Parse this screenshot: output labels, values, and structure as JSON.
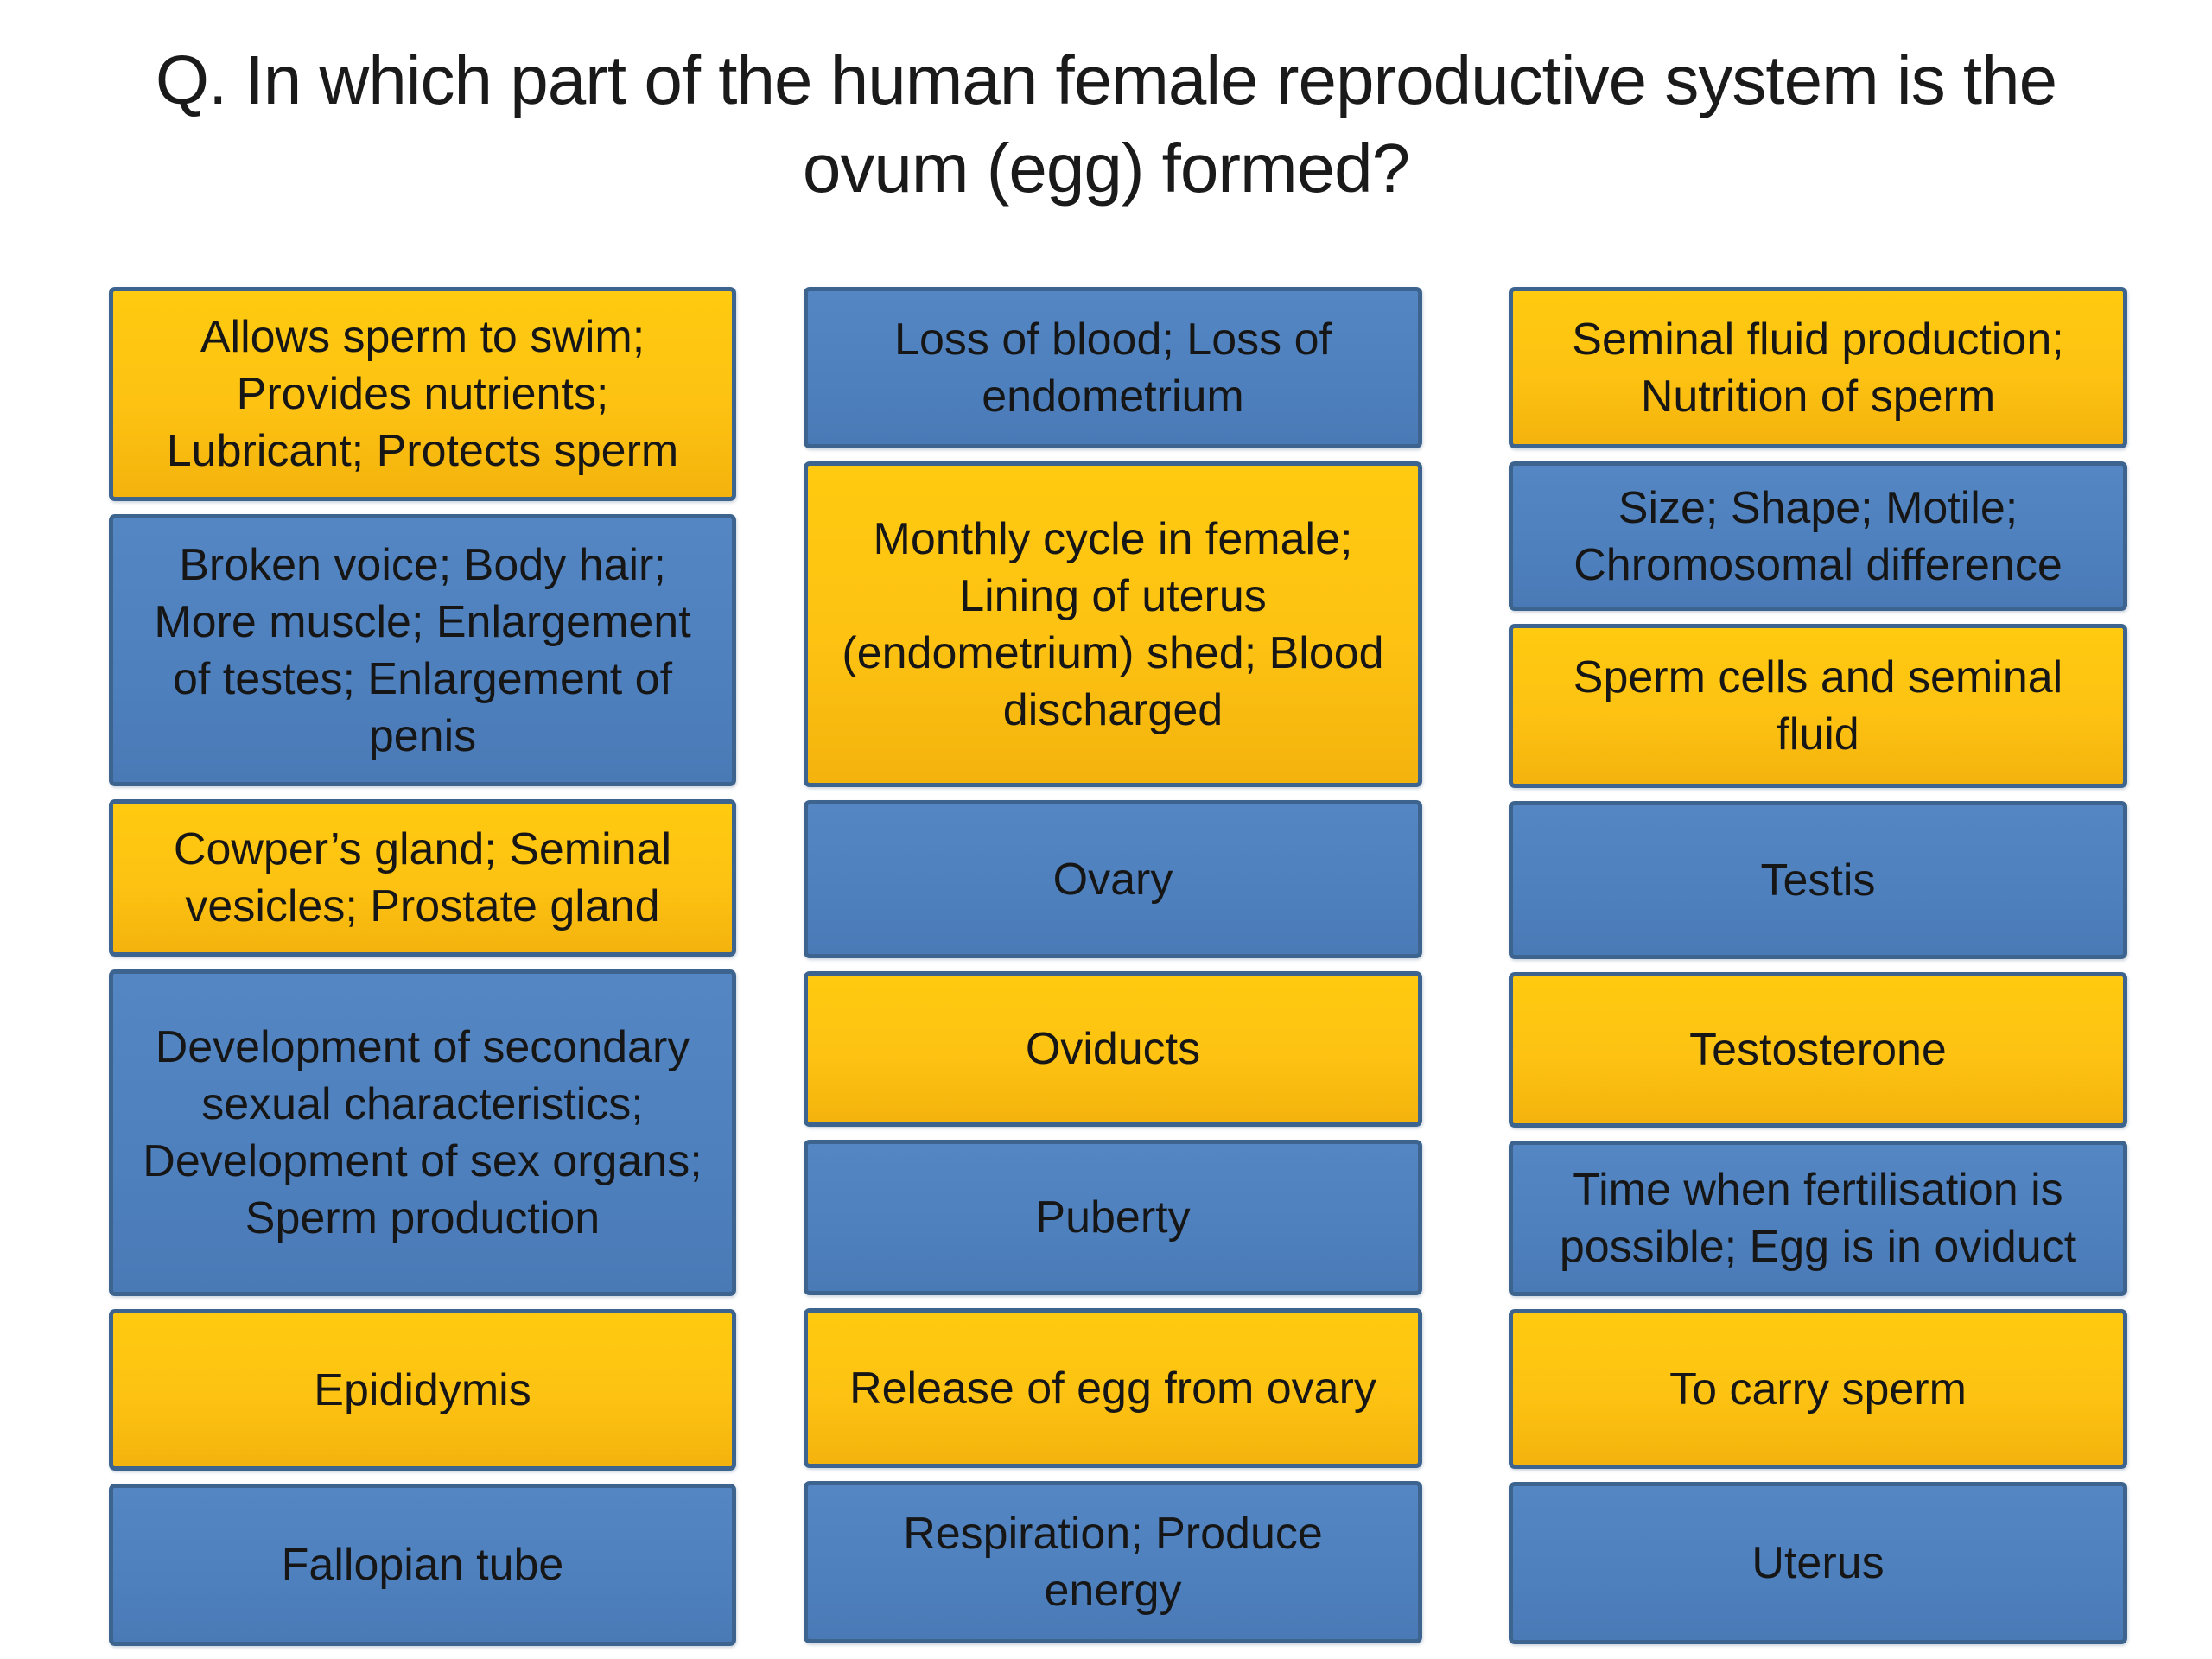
{
  "title": {
    "line1": "Q. In which part of the human female reproductive system is the",
    "line2": "ovum (egg) formed?"
  },
  "colors": {
    "orange": "#fdc212",
    "blue": "#4e80be",
    "border": "#3c648f",
    "text": "#161616"
  },
  "columns": [
    {
      "name": "left",
      "boxes": [
        {
          "color": "orange",
          "text": "Allows sperm to swim; Provides nutrients; Lubricant; Protects sperm"
        },
        {
          "color": "blue",
          "text": "Broken voice; Body hair; More muscle; Enlargement of testes; Enlargement of penis"
        },
        {
          "color": "orange",
          "text": "Cowper’s gland; Seminal vesicles; Prostate gland"
        },
        {
          "color": "blue",
          "text": "Development of secondary sexual characteristics; Development of sex organs; Sperm production"
        },
        {
          "color": "orange",
          "text": "Epididymis"
        },
        {
          "color": "blue",
          "text": "Fallopian tube"
        }
      ]
    },
    {
      "name": "middle",
      "boxes": [
        {
          "color": "blue",
          "text": "Loss of blood; Loss of endometrium"
        },
        {
          "color": "orange",
          "text": "Monthly cycle in female; Lining of uterus (endometrium) shed; Blood discharged"
        },
        {
          "color": "blue",
          "text": "Ovary"
        },
        {
          "color": "orange",
          "text": "Oviducts"
        },
        {
          "color": "blue",
          "text": "Puberty"
        },
        {
          "color": "orange",
          "text": "Release of egg from ovary"
        },
        {
          "color": "blue",
          "text": "Respiration; Produce energy"
        }
      ]
    },
    {
      "name": "right",
      "boxes": [
        {
          "color": "orange",
          "text": "Seminal fluid production; Nutrition of sperm"
        },
        {
          "color": "blue",
          "text": "Size; Shape; Motile; Chromosomal difference"
        },
        {
          "color": "orange",
          "text": "Sperm cells and seminal fluid"
        },
        {
          "color": "blue",
          "text": "Testis"
        },
        {
          "color": "orange",
          "text": "Testosterone"
        },
        {
          "color": "blue",
          "text": "Time when fertilisation is possible; Egg is in oviduct"
        },
        {
          "color": "orange",
          "text": "To carry sperm"
        },
        {
          "color": "blue",
          "text": "Uterus"
        }
      ]
    }
  ]
}
